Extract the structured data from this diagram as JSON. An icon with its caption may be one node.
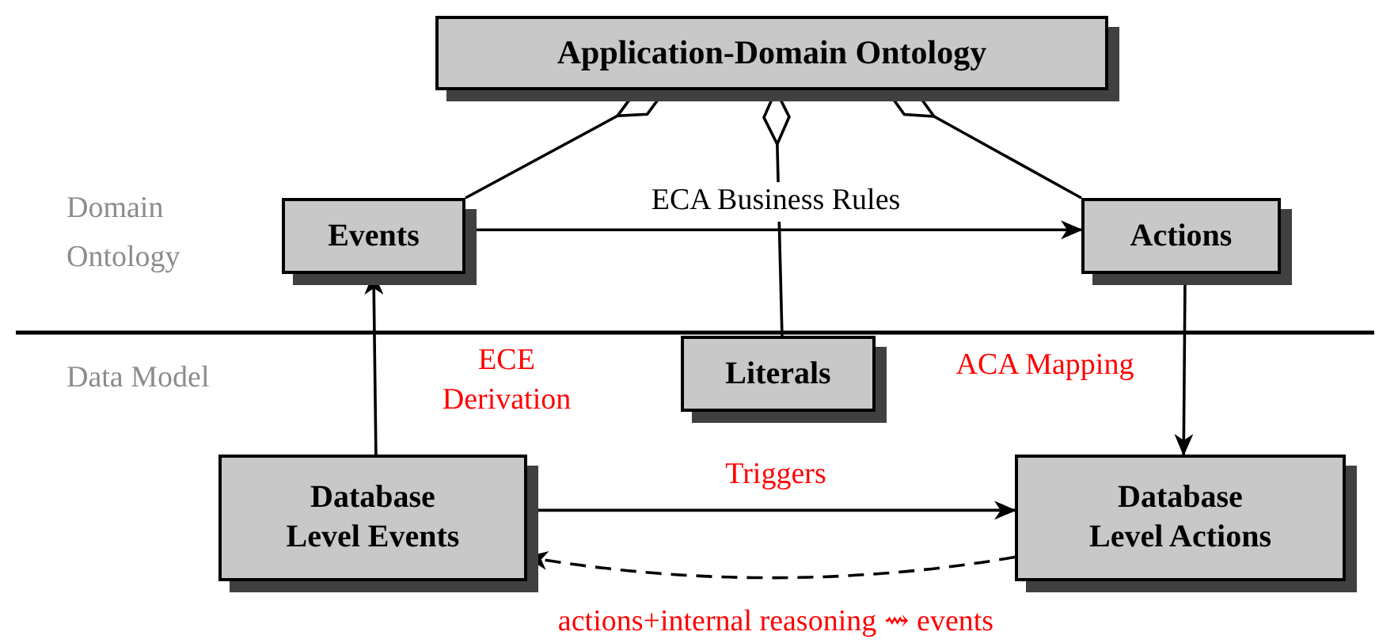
{
  "diagram": {
    "nodes": [
      {
        "text": [
          "Application-Domain Ontology"
        ]
      },
      {
        "text": [
          "Events"
        ]
      },
      {
        "text": [
          "Actions"
        ]
      },
      {
        "text": [
          "Literals"
        ]
      },
      {
        "text": [
          "Database Level Events"
        ]
      },
      {
        "text": [
          "Database Level Actions"
        ]
      }
    ],
    "edges": [
      {
        "from": 1,
        "to": 0,
        "arrow": "other"
      },
      {
        "from": 3,
        "to": 0,
        "arrow": "other"
      },
      {
        "from": 2,
        "to": 0,
        "arrow": "other"
      },
      {
        "from": 1,
        "to": 2,
        "arrow": "to",
        "label": "ECA Business Rules"
      },
      {
        "from": 4,
        "to": 1,
        "arrow": "to",
        "label": "ECE Derivation"
      },
      {
        "from": 2,
        "to": 5,
        "arrow": "to",
        "label": "ACA Mapping"
      },
      {
        "from": 4,
        "to": 5,
        "arrow": "to",
        "label": "Triggers"
      },
      {
        "from": 5,
        "to": 4,
        "arrow": "to",
        "style": "dashed",
        "label": "actions+internal reasoning ⇝ events"
      }
    ],
    "labels": [
      "Domain Ontology",
      "Data Model"
    ]
  }
}
